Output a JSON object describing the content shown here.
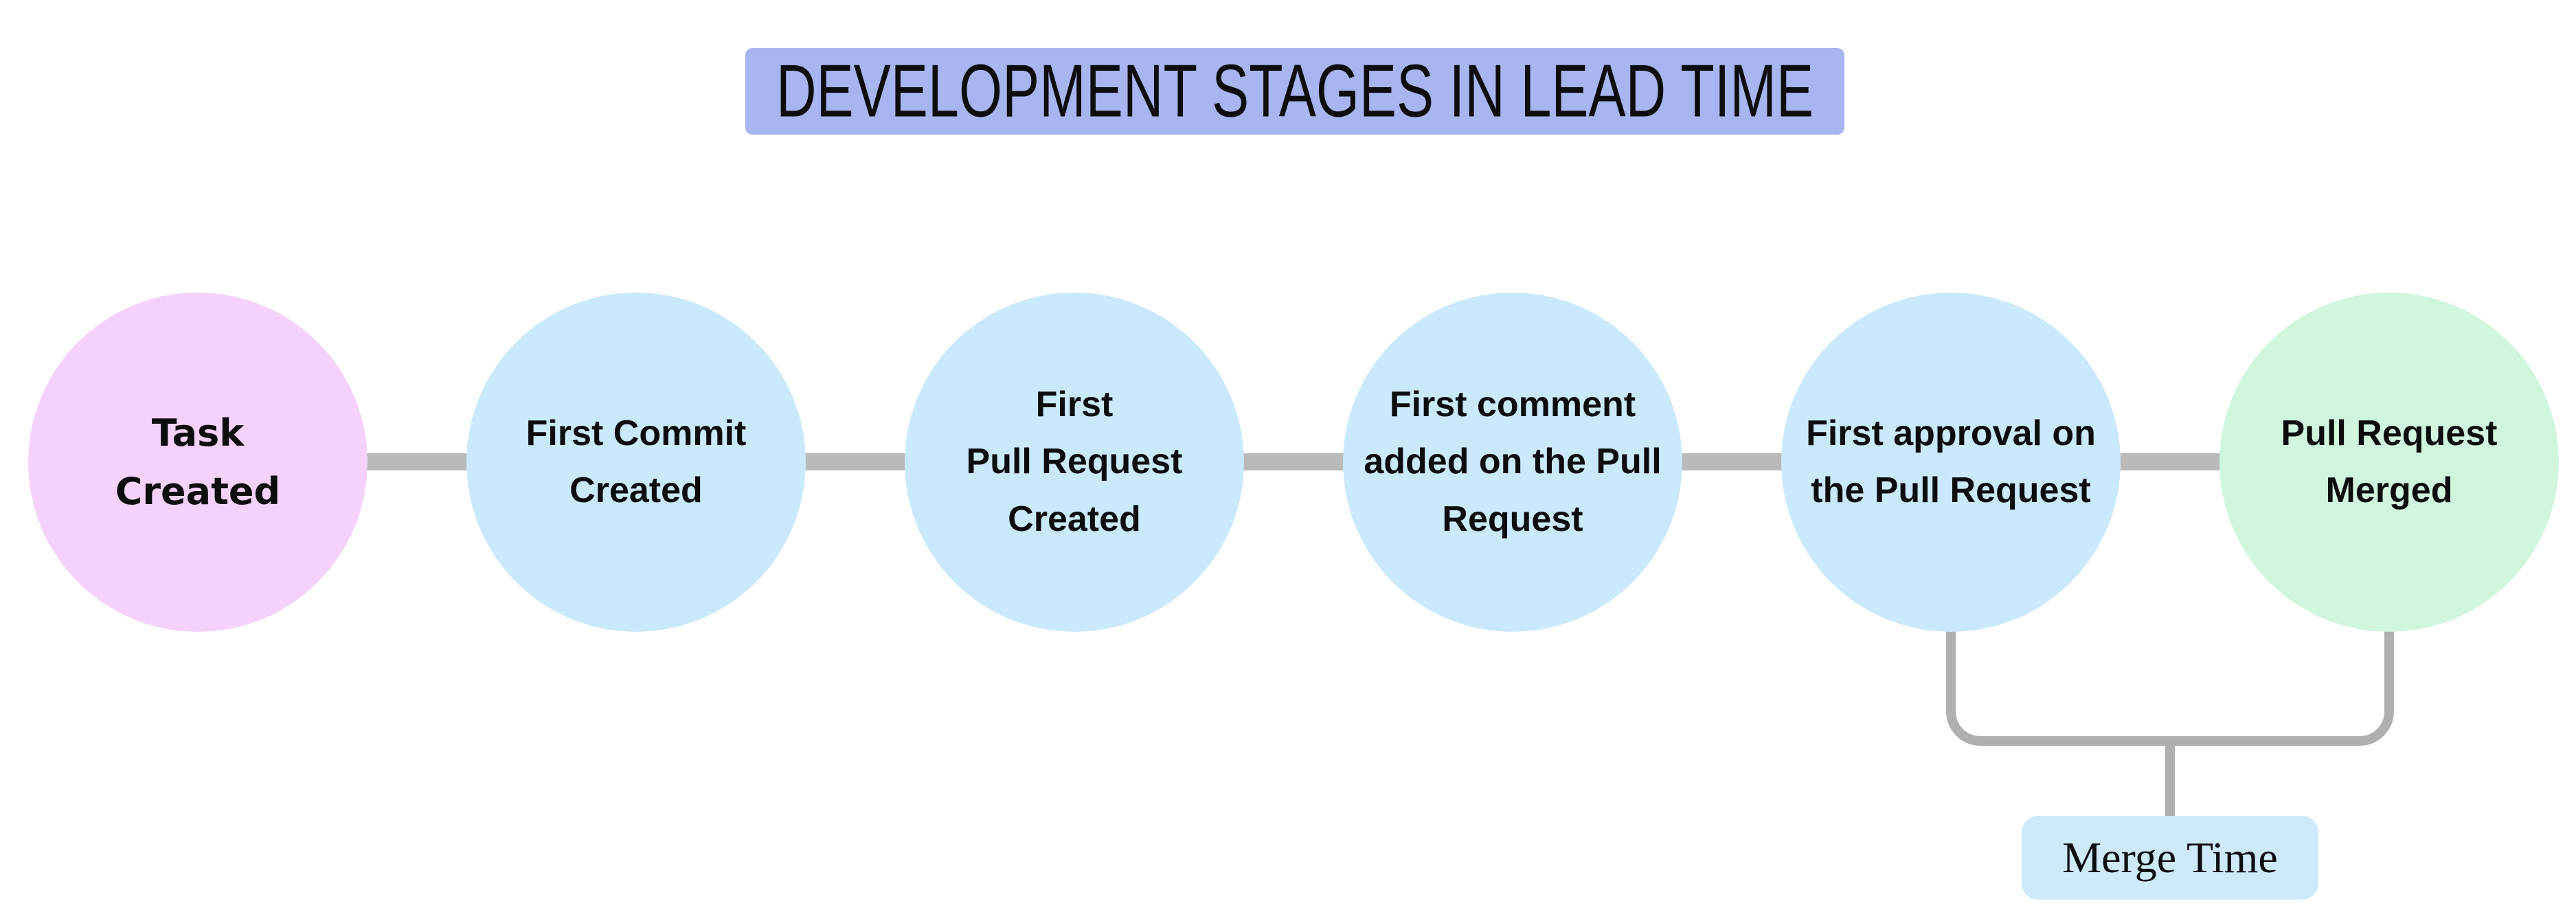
{
  "title": {
    "label": "DEVELOPMENT STAGES IN LEAD TIME",
    "bg_color": "#a9b5f1"
  },
  "stages": [
    {
      "label": "Task\nCreated",
      "fill": "#f5d2fc"
    },
    {
      "label": "First Commit\nCreated",
      "fill": "#cbe9fc"
    },
    {
      "label": "First\nPull Request\nCreated",
      "fill": "#cbe9fc"
    },
    {
      "label": "First comment\nadded on the Pull\nRequest",
      "fill": "#cbe9fc"
    },
    {
      "label": "First approval on\nthe Pull Request",
      "fill": "#cbe9fc"
    },
    {
      "label": "Pull Request\nMerged",
      "fill": "#d1f6de"
    }
  ],
  "merge_time": {
    "label": "Merge Time",
    "fill": "#cde9fb"
  },
  "colors": {
    "connector": "#bababa",
    "bracket": "#b0b0b0",
    "text": "#0d0d0d",
    "background": "#ffffff"
  }
}
